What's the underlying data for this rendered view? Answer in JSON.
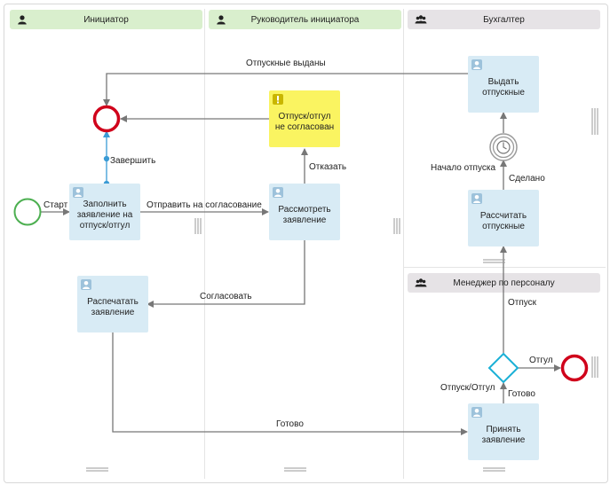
{
  "lanes": {
    "initiator": "Инициатор",
    "manager": "Руководитель инициатора",
    "accountant": "Бухгалтер",
    "hr": "Менеджер по персоналу"
  },
  "tasks": {
    "fill": "Заполнить заявление на отпуск/отгул",
    "review": "Рассмотреть заявление",
    "rejected": "Отпуск/отгул не согласован",
    "print": "Распечатать заявление",
    "issue": "Выдать отпускные",
    "calc": "Рассчитать отпускные",
    "accept": "Принять заявление"
  },
  "flows": {
    "start": "Старт",
    "send": "Отправить на согласование",
    "finish": "Завершить",
    "refuse": "Отказать",
    "approve": "Согласовать",
    "done_print": "Готово",
    "issued": "Отпускные выданы",
    "vacation_start": "Начало отпуска",
    "done_calc": "Сделано",
    "vacation": "Отпуск",
    "dayoff": "Отгул",
    "vac_dayoff": "Отпуск/Отгул",
    "done_accept": "Готово"
  },
  "colors": {
    "start_event": "#4caf50",
    "end_event": "#d0021b",
    "gateway": "#1ab0d6",
    "task": "#d8ebf5",
    "rejected_task": "#faf461",
    "connector": "#777777",
    "finish_connector": "#3a9bd5"
  },
  "icons": [
    "user-icon",
    "group-icon",
    "timer-icon",
    "warning-icon"
  ]
}
